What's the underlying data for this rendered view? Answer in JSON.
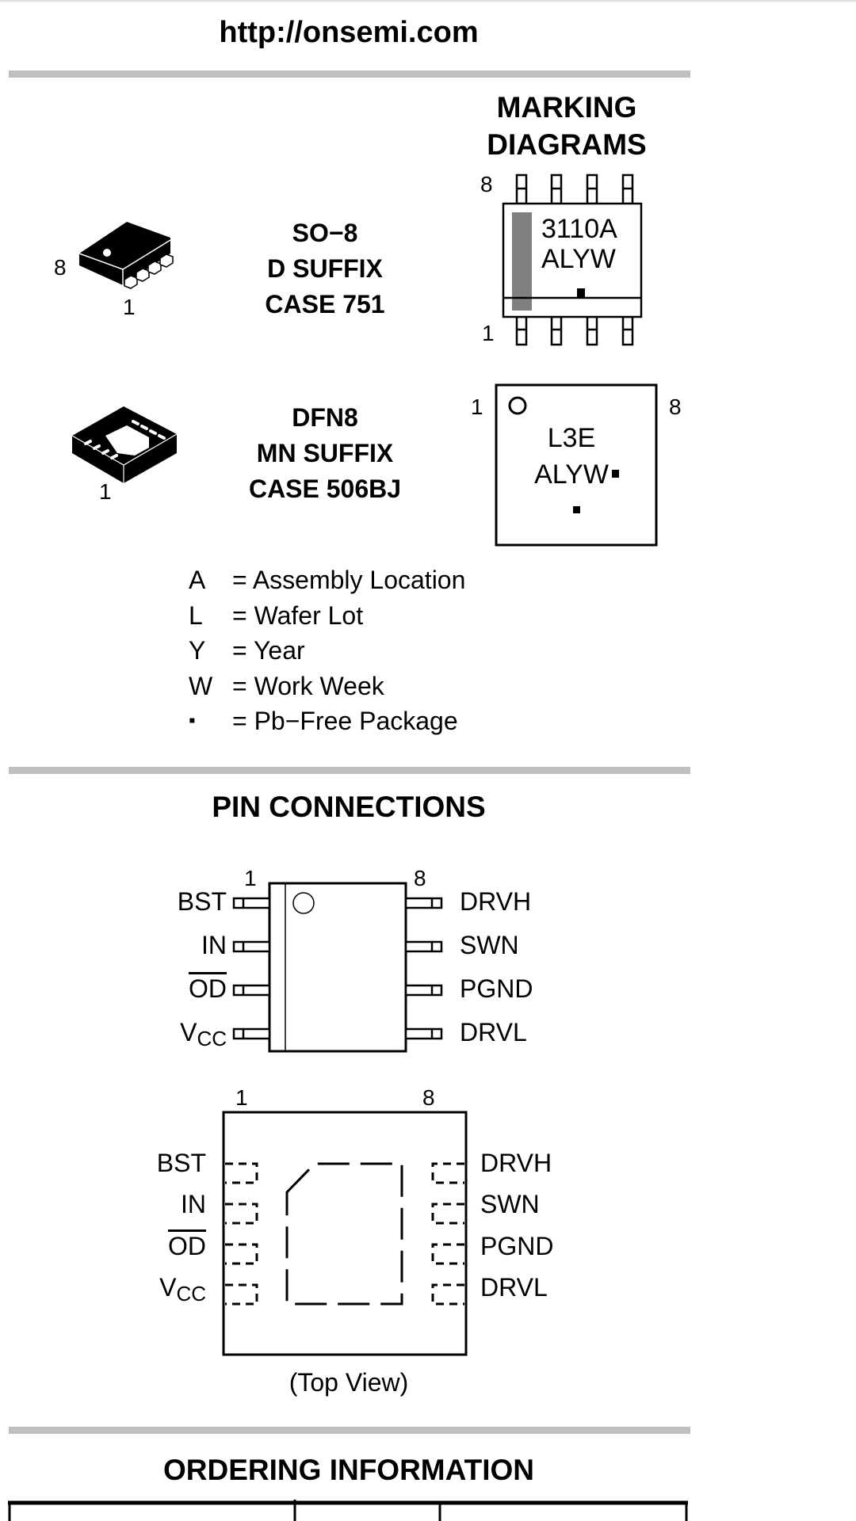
{
  "header": {
    "url": "http://onsemi.com"
  },
  "marking_section": {
    "title_line1": "MARKING",
    "title_line2": "DIAGRAMS",
    "packages": [
      {
        "name": "SO−8",
        "suffix": "D SUFFIX",
        "case": "CASE 751",
        "photo_pin_label_8": "8",
        "photo_pin_label_1": "1",
        "marking_line1": "3110A",
        "marking_line2": "ALYW",
        "diagram_pin_label_8": "8",
        "diagram_pin_label_1": "1"
      },
      {
        "name": "DFN8",
        "suffix": "MN SUFFIX",
        "case": "CASE 506BJ",
        "photo_pin_label_1": "1",
        "marking_line1": "L3E",
        "marking_line2": "ALYW",
        "diagram_pin_label_1": "1",
        "diagram_pin_label_8": "8"
      }
    ],
    "legend": [
      {
        "key": "A",
        "desc": "= Assembly Location"
      },
      {
        "key": "L",
        "desc": "= Wafer Lot"
      },
      {
        "key": "Y",
        "desc": "= Year"
      },
      {
        "key": "W",
        "desc": "= Work Week"
      },
      {
        "key": "▪",
        "desc": "= Pb−Free Package"
      }
    ]
  },
  "pin_section": {
    "title": "PIN CONNECTIONS",
    "so8": {
      "pin1_label": "1",
      "pin8_label": "8",
      "left_pins": [
        "BST",
        "IN",
        "OD",
        "V",
        "CC"
      ],
      "right_pins": [
        "DRVH",
        "SWN",
        "PGND",
        "DRVL"
      ]
    },
    "dfn8": {
      "pin1_label": "1",
      "pin8_label": "8",
      "left_pins": [
        "BST",
        "IN",
        "OD",
        "V",
        "CC"
      ],
      "right_pins": [
        "DRVH",
        "SWN",
        "PGND",
        "DRVL"
      ]
    },
    "caption": "(Top View)"
  },
  "ordering_section": {
    "title": "ORDERING INFORMATION"
  },
  "colors": {
    "divider": "#bfbfbf",
    "marking_bar": "#808080"
  }
}
